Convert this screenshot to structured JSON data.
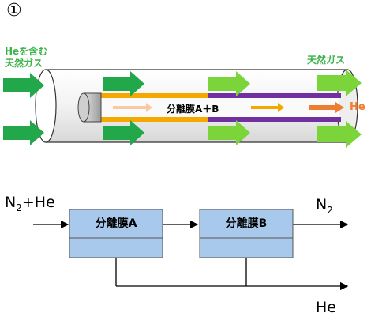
{
  "figure_number": "①",
  "top": {
    "inlet_label_line1": "Heを含む",
    "inlet_label_line2": "天然ガス",
    "outlet_label": "天然ガス",
    "membrane_label": "分離膜A＋B",
    "he_output": "He"
  },
  "bottom": {
    "input_prefix": "N",
    "input_sub": "2",
    "input_suffix": "+He",
    "box_a": "分離膜A",
    "box_b": "分離膜B",
    "output_n2": "N",
    "output_n2_sub": "2",
    "output_he": "He"
  },
  "colors": {
    "green_dark": "#22a84a",
    "green_light": "#7ad43a",
    "orange": "#f5a800",
    "purple": "#7030a0",
    "box_fill": "#a9c9ec",
    "box_stroke": "#555555"
  }
}
